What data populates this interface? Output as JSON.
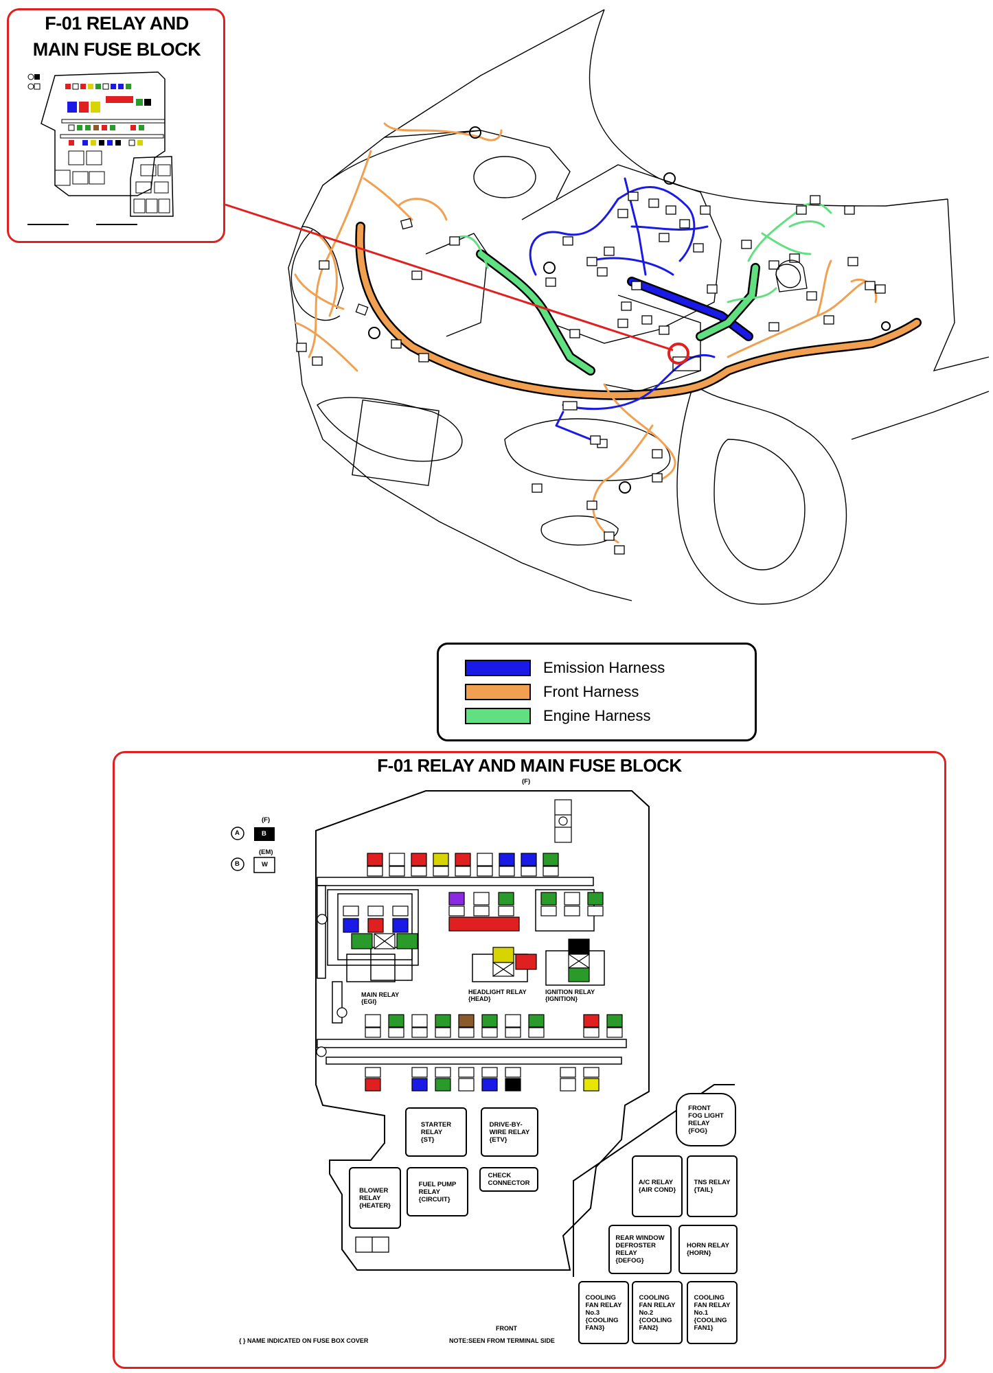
{
  "top_inset": {
    "title_line1": "F-01 RELAY AND",
    "title_line2": "MAIN FUSE BLOCK"
  },
  "legend": [
    {
      "label": "Emission Harness",
      "color": "#1a1ae6"
    },
    {
      "label": "Front Harness",
      "color": "#f0a050"
    },
    {
      "label": "Engine Harness",
      "color": "#60e080"
    }
  ],
  "detail": {
    "title": "F-01 RELAY AND MAIN FUSE BLOCK",
    "title_sub": "(F)",
    "conn_a": {
      "letter": "A",
      "code": "(F)",
      "wire": "B"
    },
    "conn_b": {
      "letter": "B",
      "code": "(EM)",
      "wire": "W"
    },
    "labels": {
      "main_relay": "MAIN RELAY\n{EGI}",
      "headlight_relay": "HEADLIGHT RELAY\n{HEAD}",
      "ignition_relay": "IGNITION RELAY\n{IGNITION}",
      "starter_relay": "STARTER\nRELAY\n{ST}",
      "dbw_relay": "DRIVE-BY-\nWIRE RELAY\n{ETV}",
      "fuel_pump_relay": "FUEL PUMP\nRELAY\n{CIRCUIT}",
      "check_connector": "CHECK\nCONNECTOR",
      "blower_relay": "BLOWER\nRELAY\n{HEATER}",
      "front_fog_relay": "FRONT\nFOG LIGHT\nRELAY\n{FOG}",
      "ac_relay": "A/C RELAY\n{AIR COND}",
      "tns_relay": "TNS RELAY\n{TAIL}",
      "rear_defroster_relay": "REAR WINDOW\nDEFROSTER\nRELAY\n{DEFOG}",
      "horn_relay": "HORN RELAY\n{HORN}",
      "cooling_fan_3": "COOLING\nFAN RELAY\nNo.3\n{COOLING\nFAN3}",
      "cooling_fan_2": "COOLING\nFAN RELAY\nNo.2\n{COOLING\nFAN2}",
      "cooling_fan_1": "COOLING\nFAN RELAY\nNo.1\n{COOLING\nFAN1}",
      "front_arrow": "FRONT",
      "note_left": "{ } NAME INDICATED ON FUSE BOX COVER",
      "note_right": "NOTE:SEEN FROM TERMINAL SIDE"
    }
  },
  "colors": {
    "red": "#e02020",
    "emission": "#1a1ae6",
    "front": "#f0a050",
    "engine": "#60e080"
  }
}
